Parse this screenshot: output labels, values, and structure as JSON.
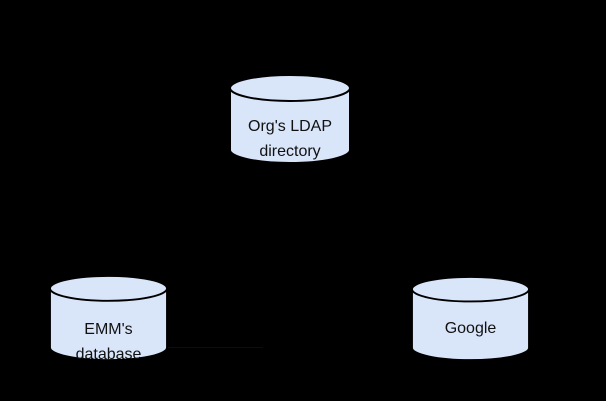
{
  "diagram": {
    "background": "#000000",
    "nodes": [
      {
        "id": "ldap-directory",
        "shape": "cylinder",
        "lines": [
          "Org's LDAP",
          "directory"
        ]
      },
      {
        "id": "emm-database",
        "shape": "cylinder",
        "lines": [
          "EMM's",
          "database"
        ]
      },
      {
        "id": "google",
        "shape": "cylinder",
        "lines": [
          "Google"
        ]
      }
    ],
    "colors": {
      "cylinder_fill": "#d9e5f9",
      "cylinder_stroke": "#000000",
      "label_text": "#111111",
      "faint_line": "#0d0d0d"
    }
  }
}
